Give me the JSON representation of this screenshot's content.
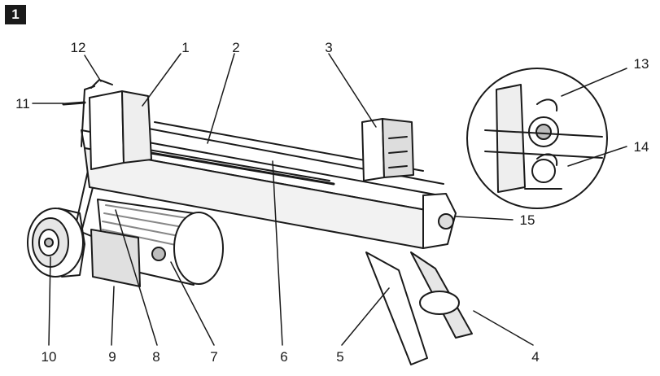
{
  "figure": {
    "number": "1"
  },
  "callouts": [
    {
      "id": "c1",
      "label": "1"
    },
    {
      "id": "c2",
      "label": "2"
    },
    {
      "id": "c3",
      "label": "3"
    },
    {
      "id": "c4",
      "label": "4"
    },
    {
      "id": "c5",
      "label": "5"
    },
    {
      "id": "c6",
      "label": "6"
    },
    {
      "id": "c7",
      "label": "7"
    },
    {
      "id": "c8",
      "label": "8"
    },
    {
      "id": "c9",
      "label": "9"
    },
    {
      "id": "c10",
      "label": "10"
    },
    {
      "id": "c11",
      "label": "11"
    },
    {
      "id": "c12",
      "label": "12"
    },
    {
      "id": "c13",
      "label": "13"
    },
    {
      "id": "c14",
      "label": "14"
    },
    {
      "id": "c15",
      "label": "15"
    }
  ],
  "colors": {
    "line": "#1a1a1a",
    "shade": "#bdbdbd",
    "light": "#e6e6e6",
    "background": "#ffffff"
  }
}
